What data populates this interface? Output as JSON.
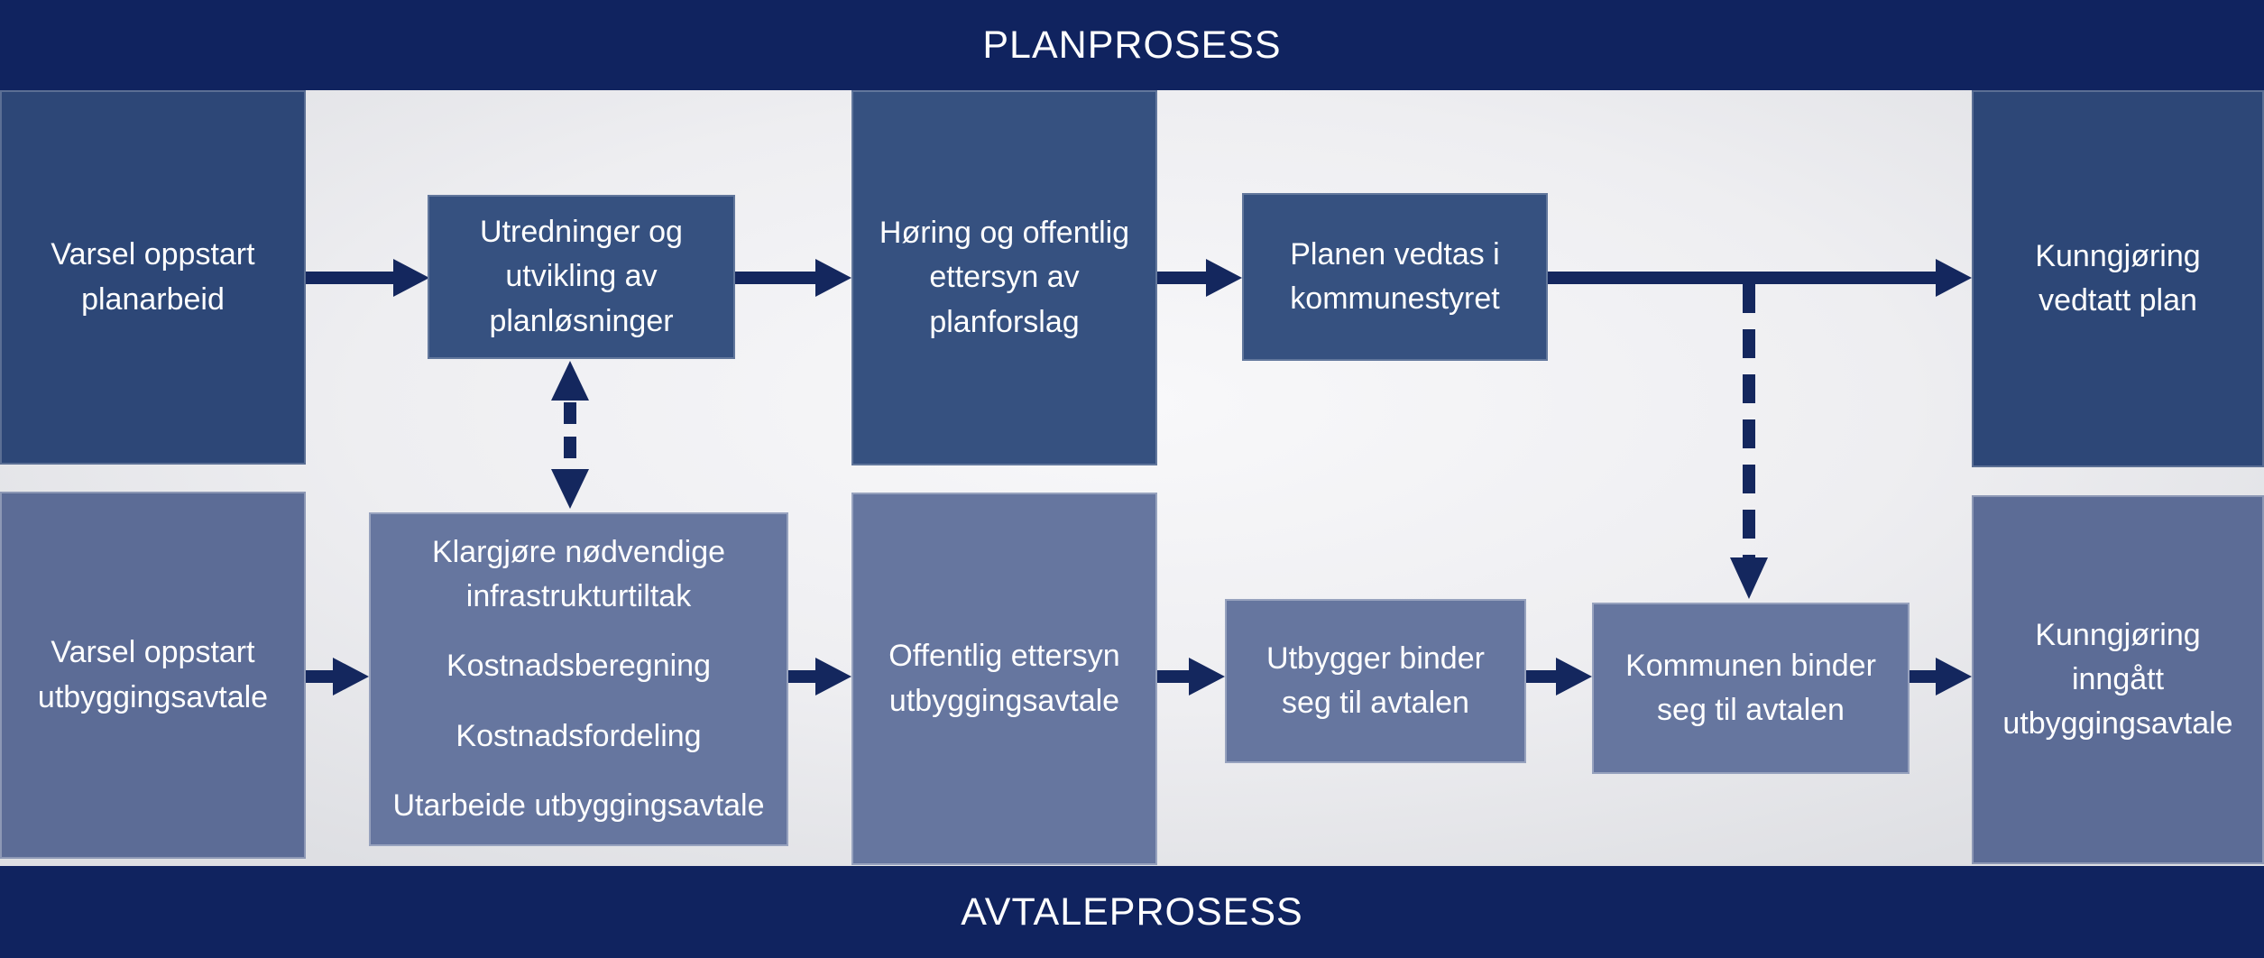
{
  "colors": {
    "header_navy": "#10235F",
    "top_column": "#2D4777",
    "top_inner": "#365180",
    "bottom_column": "#5C6C96",
    "bottom_inner": "#66769F",
    "arrow": "#14275E",
    "title_text": "#FFFFFF",
    "box_text": "#FFFFFF",
    "bg_center": "#F8F8FA",
    "bg_edge": "#DEDFE3"
  },
  "planprosess": {
    "title": "PLANPROSESS",
    "steps": [
      {
        "label": "Varsel oppstart planarbeid"
      },
      {
        "label": "Utredninger og utvikling av planløsninger"
      },
      {
        "label": "Høring og offentlig ettersyn av planforslag"
      },
      {
        "label": "Planen vedtas i kommunestyret"
      },
      {
        "label": "Kunngjøring vedtatt plan"
      }
    ]
  },
  "avtaleprosess": {
    "title": "AVTALEPROSESS",
    "steps": [
      {
        "label": "Varsel oppstart utbyggingsavtale"
      },
      {
        "lines": [
          "Klargjøre nødvendige infrastrukturtiltak",
          "Kostnadsberegning",
          "Kostnadsfordeling",
          "Utarbeide utbyggingsavtale"
        ]
      },
      {
        "label": "Offentlig ettersyn utbyggingsavtale"
      },
      {
        "label": "Utbygger binder seg til avtalen"
      },
      {
        "label": "Kommunen binder seg til avtalen"
      },
      {
        "label": "Kunngjøring inngått utbyggingsavtale"
      }
    ]
  },
  "flows": [
    {
      "from": "Varsel oppstart planarbeid",
      "to": "Utredninger og utvikling av planløsninger",
      "style": "solid"
    },
    {
      "from": "Utredninger og utvikling av planløsninger",
      "to": "Høring og offentlig ettersyn av planforslag",
      "style": "solid"
    },
    {
      "from": "Høring og offentlig ettersyn av planforslag",
      "to": "Planen vedtas i kommunestyret",
      "style": "solid"
    },
    {
      "from": "Planen vedtas i kommunestyret",
      "to": "Kunngjøring vedtatt plan",
      "style": "solid"
    },
    {
      "from": "Planen vedtas i kommunestyret",
      "to": "Kommunen binder seg til avtalen",
      "style": "dashed"
    },
    {
      "from": "Utredninger og utvikling av planløsninger",
      "to": "Klargjøre nødvendige infrastrukturtiltak",
      "style": "dashed-double"
    },
    {
      "from": "Varsel oppstart utbyggingsavtale",
      "to": "Klargjøre nødvendige infrastrukturtiltak",
      "style": "solid"
    },
    {
      "from": "Klargjøre nødvendige infrastrukturtiltak",
      "to": "Offentlig ettersyn utbyggingsavtale",
      "style": "solid"
    },
    {
      "from": "Offentlig ettersyn utbyggingsavtale",
      "to": "Utbygger binder seg til avtalen",
      "style": "solid"
    },
    {
      "from": "Utbygger binder seg til avtalen",
      "to": "Kommunen binder seg til avtalen",
      "style": "solid"
    },
    {
      "from": "Kommunen binder seg til avtalen",
      "to": "Kunngjøring inngått utbyggingsavtale",
      "style": "solid"
    }
  ]
}
